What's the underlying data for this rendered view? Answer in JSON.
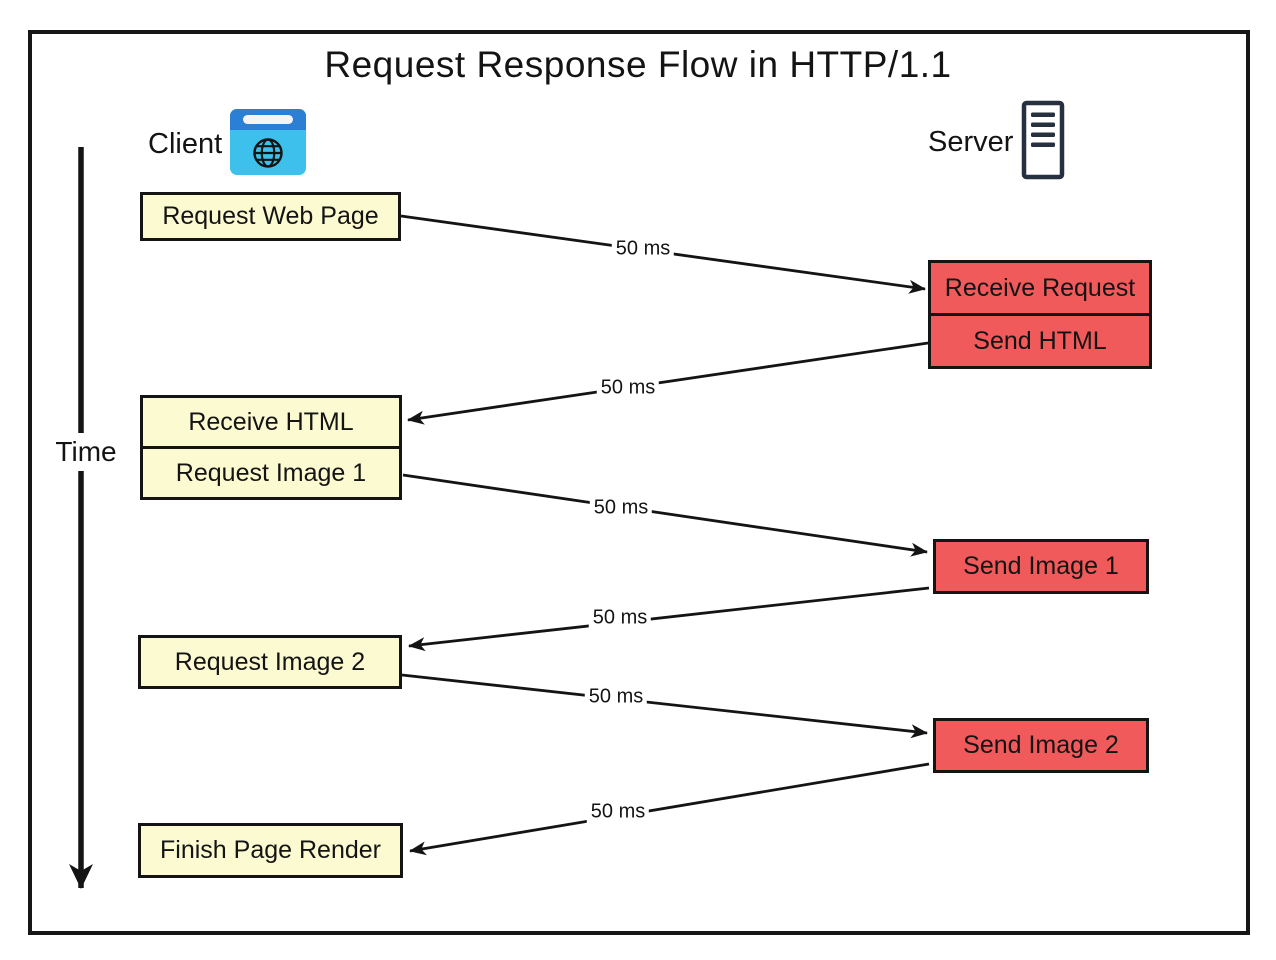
{
  "title": "Request Response Flow in HTTP/1.1",
  "lanes": {
    "client": {
      "label": "Client",
      "icon": "browser-icon"
    },
    "server": {
      "label": "Server",
      "icon": "server-icon"
    }
  },
  "time_axis": {
    "label": "Time",
    "direction": "down"
  },
  "client_steps": [
    {
      "label": "Request Web Page"
    },
    {
      "label": "Receive HTML"
    },
    {
      "label": "Request Image 1"
    },
    {
      "label": "Request Image 2"
    },
    {
      "label": "Finish Page Render"
    }
  ],
  "server_steps": [
    {
      "label": "Receive Request"
    },
    {
      "label": "Send HTML"
    },
    {
      "label": "Send Image 1"
    },
    {
      "label": "Send Image 2"
    }
  ],
  "messages": [
    {
      "from": "Request Web Page",
      "to": "Receive Request",
      "label": "50 ms"
    },
    {
      "from": "Send HTML",
      "to": "Receive HTML",
      "label": "50 ms"
    },
    {
      "from": "Request Image 1",
      "to": "Send Image 1",
      "label": "50 ms"
    },
    {
      "from": "Send Image 1",
      "to": "Request Image 2",
      "label": "50 ms"
    },
    {
      "from": "Request Image 2",
      "to": "Send Image 2",
      "label": "50 ms"
    },
    {
      "from": "Send Image 2",
      "to": "Finish Page Render",
      "label": "50 ms"
    }
  ],
  "colors": {
    "client_box_fill": "#FBFAD0",
    "server_box_fill": "#F05A5A",
    "stroke": "#141414",
    "browser_icon_top": "#2B7FD4",
    "browser_icon_body": "#3EC0EC"
  }
}
